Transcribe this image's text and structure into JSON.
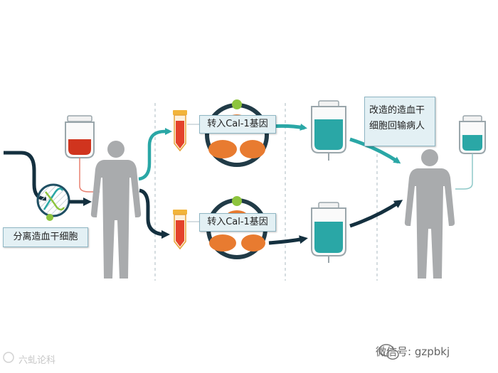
{
  "labels": {
    "isolate": "分离造血干细胞",
    "transfer_top": "转入Cal-1基因",
    "transfer_bottom": "转入Cal-1基因",
    "return_line1": "改造的造血干",
    "return_line2": "细胞回输病人"
  },
  "watermark": {
    "left": "六虬论科",
    "right": "微信号: gzpbkj"
  },
  "colors": {
    "teal": "#2aa7a6",
    "navy": "#14303f",
    "blood": "#d0341e",
    "tube_fill": "#e4422b",
    "cell_orange": "#e87b30",
    "cell_green": "#8dc43d",
    "bag_fluid": "#2aa7a6",
    "body_gray": "#a9abad",
    "label_bg": "#e3f0f4"
  },
  "icons": [
    "iv-bag-blood-icon",
    "dna-cell-icon",
    "person-donor-icon",
    "test-tube-icon",
    "cell-culture-icon",
    "iv-bag-cells-icon",
    "person-patient-icon",
    "iv-bag-infusion-icon"
  ]
}
